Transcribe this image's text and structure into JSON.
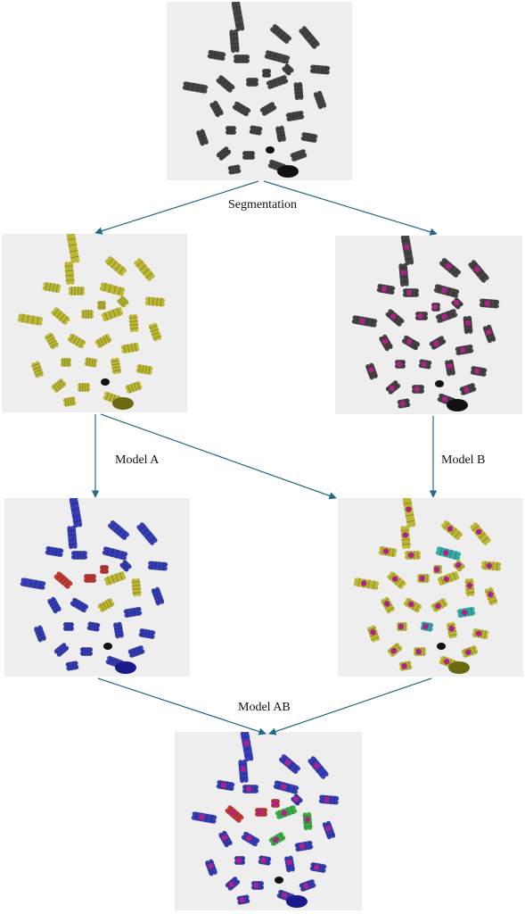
{
  "labels": {
    "segmentation": "Segmentation",
    "model_a": "Model A",
    "model_b": "Model B",
    "model_ab": "Model AB"
  },
  "colors": {
    "arrow": "#1f6a8a",
    "background": "#eeeeee",
    "chromosome_raw": "#3a3a3a",
    "segment_yellow": "#b8b42a",
    "centromere_magenta": "#b0208a",
    "class_blue": "#2a34b0",
    "class_red": "#c0302a",
    "class_green": "#2faa3a",
    "class_cyan": "#28a8a0",
    "nucleus": "#111111"
  },
  "panels": [
    {
      "id": "input-metaphase",
      "style": "raw"
    },
    {
      "id": "segmentation-a",
      "style": "yellow"
    },
    {
      "id": "segmentation-b",
      "style": "centromere"
    },
    {
      "id": "model-a-output",
      "style": "modelA"
    },
    {
      "id": "model-b-output",
      "style": "modelB"
    },
    {
      "id": "model-ab-output",
      "style": "modelAB"
    }
  ]
}
